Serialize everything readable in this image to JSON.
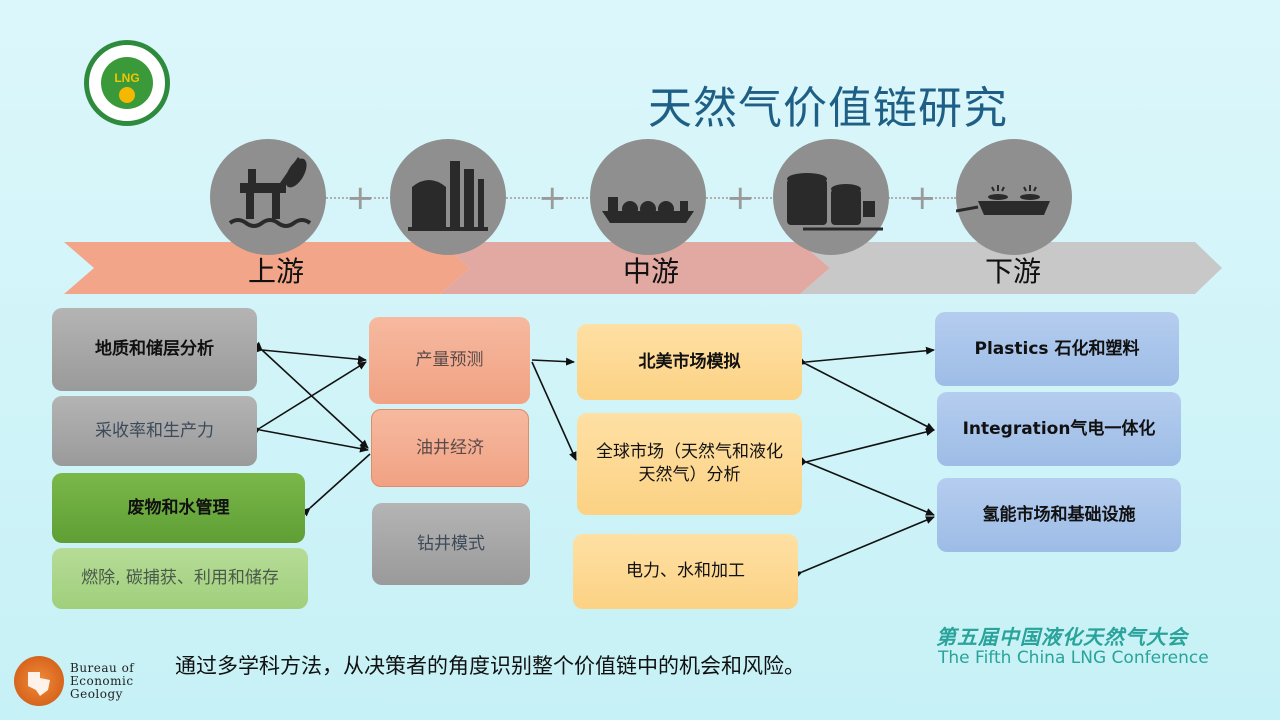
{
  "header": {
    "title": "天然气价值链研究",
    "logo_text": "LNG"
  },
  "stages": {
    "upstream": "上游",
    "midstream": "中游",
    "downstream": "下游"
  },
  "stage_icons": [
    "offshore-platform-icon",
    "refinery-icon",
    "lng-tanker-icon",
    "storage-tanks-icon",
    "gas-stove-icon"
  ],
  "left_column": {
    "geology": "地质和储层分析",
    "recovery": "采收率和生产力",
    "waste_water": "废物和水管理",
    "combustion": "燃除, 碳捕获、利用和储存"
  },
  "center_left_column": {
    "production_forecast": "产量预测",
    "well_economics": "油井经济",
    "drilling_mode": "钻井模式"
  },
  "center_right_column": {
    "na_market": "北美市场模拟",
    "global_market": "全球市场（天然气和液化天然气）分析",
    "power_water": "电力、水和加工"
  },
  "right_column": {
    "plastics": "Plastics 石化和塑料",
    "integration": "Integration气电一体化",
    "hydrogen": "氢能市场和基础设施"
  },
  "footer": {
    "statement": "通过多学科方法，从决策者的角度识别整个价值链中的机会和风险。",
    "conference_cn": "第五届中国液化天然气大会",
    "conference_en": "The Fifth China LNG Conference",
    "beg_line1": "Bureau of",
    "beg_line2": "Economic",
    "beg_line3": "Geology"
  },
  "colors": {
    "title": "#1f5f86",
    "upstream_band": "#f3a589",
    "midstream_band": "#e2a9a2",
    "downstream_band": "#c8c8c8",
    "conference": "#2aa39a"
  }
}
